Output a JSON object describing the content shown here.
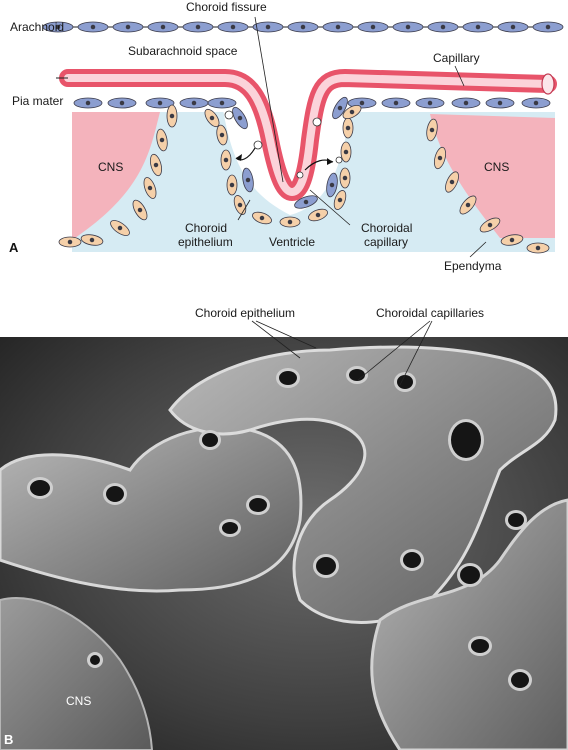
{
  "panel_a": {
    "letter": "A",
    "labels": {
      "choroid_fissure": "Choroid fissure",
      "arachnoid": "Arachnoid",
      "subarachnoid_space": "Subarachnoid space",
      "capillary": "Capillary",
      "pia_mater": "Pia mater",
      "cns_left": "CNS",
      "cns_right": "CNS",
      "choroid_epithelium_1": "Choroid",
      "choroid_epithelium_2": "epithelium",
      "ventricle": "Ventricle",
      "choroidal_capillary_1": "Choroidal",
      "choroidal_capillary_2": "capillary",
      "ependyma": "Ependyma"
    }
  },
  "panel_b": {
    "letter": "B",
    "labels": {
      "choroid_epithelium": "Choroid epithelium",
      "choroidal_capillaries": "Choroidal capillaries",
      "cns": "CNS"
    }
  },
  "colors": {
    "cns_pink": "#f4b3bc",
    "ventricle_blue": "#d6ebf3",
    "flat_cell_blue": "#8c9ed0",
    "cuboidal_cell": "#f5d0a9",
    "capillary_red": "#e8546a",
    "capillary_light": "#fbd3da",
    "nucleus": "#3a3a44"
  }
}
